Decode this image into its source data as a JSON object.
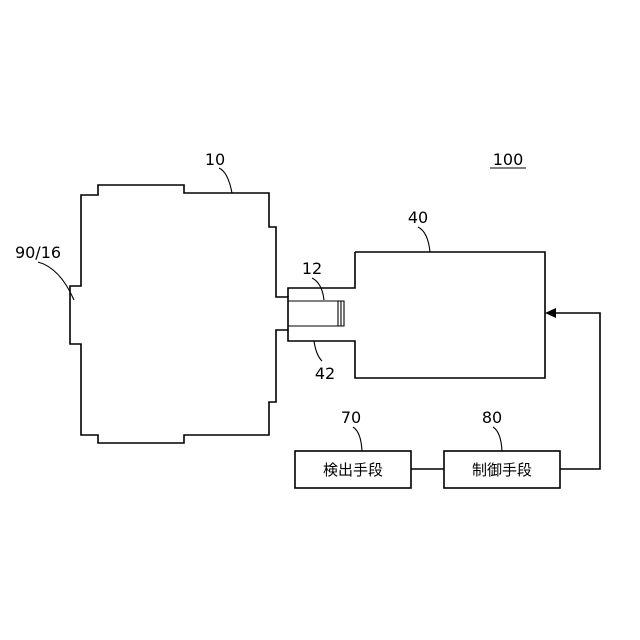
{
  "figure": {
    "reference_number": "100",
    "labels": {
      "component_10": "10",
      "component_90_16": "90/16",
      "component_12": "12",
      "component_42": "42",
      "component_40": "40",
      "component_70": "70",
      "component_80": "80"
    },
    "boxes": {
      "detection_means": "検出手段",
      "control_means": "制御手段"
    }
  }
}
